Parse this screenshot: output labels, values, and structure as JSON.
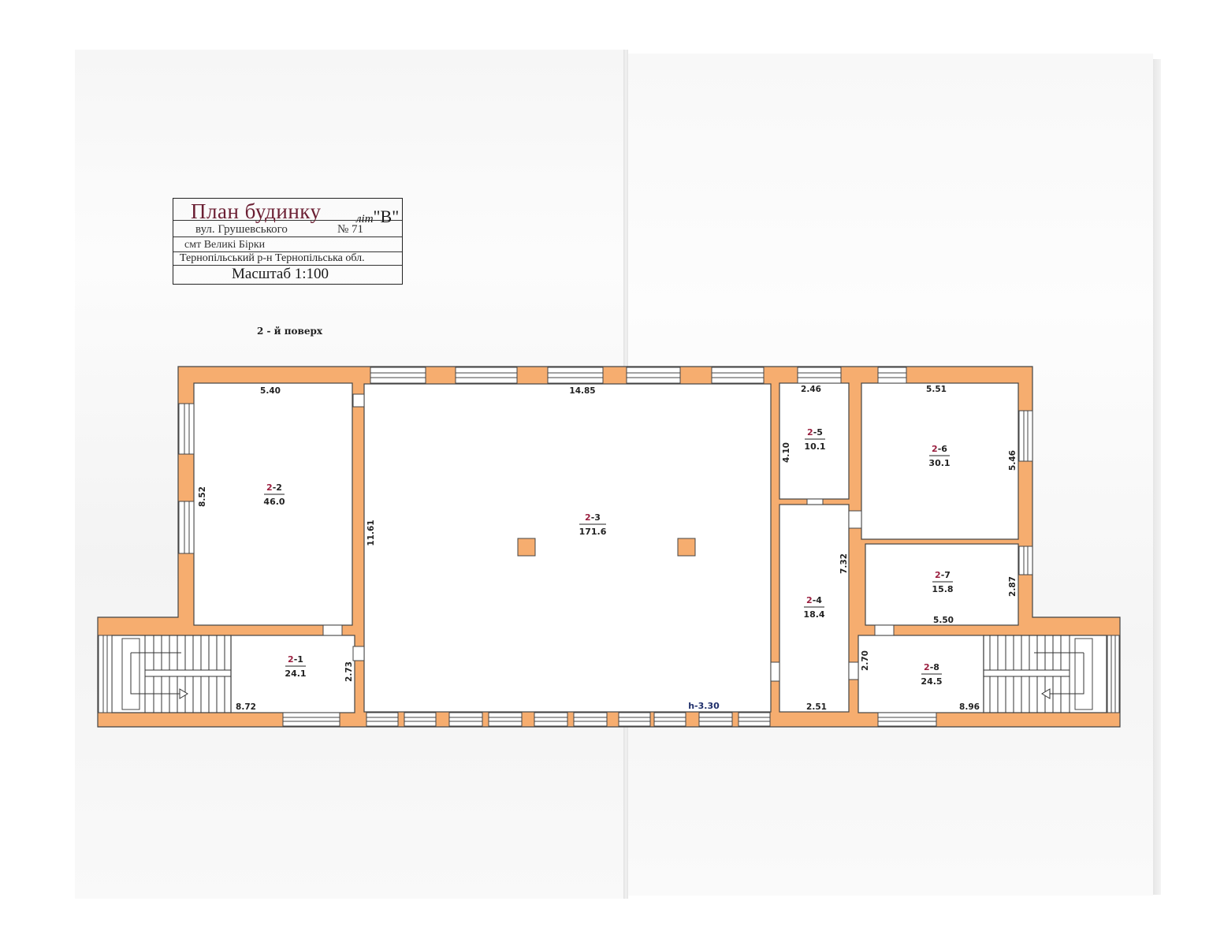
{
  "title_block": {
    "title": "План будинку",
    "lit_prefix": "літ",
    "lit_value": "\"В\"",
    "street": "вул. Грушевського",
    "number": "№ 71",
    "town": "смт   Великі  Бірки",
    "region": "Тернопільський  р-н  Тернопільська обл.",
    "scale": "Масштаб 1:100"
  },
  "floor_label": "2 - й   поверх",
  "rooms": [
    {
      "id_prefix": "2",
      "id_suffix": "-1",
      "area": "24.1"
    },
    {
      "id_prefix": "2",
      "id_suffix": "-2",
      "area": "46.0"
    },
    {
      "id_prefix": "2",
      "id_suffix": "-3",
      "area": "171.6"
    },
    {
      "id_prefix": "2",
      "id_suffix": "-4",
      "area": "18.4"
    },
    {
      "id_prefix": "2",
      "id_suffix": "-5",
      "area": "10.1"
    },
    {
      "id_prefix": "2",
      "id_suffix": "-6",
      "area": "30.1"
    },
    {
      "id_prefix": "2",
      "id_suffix": "-7",
      "area": "15.8"
    },
    {
      "id_prefix": "2",
      "id_suffix": "-8",
      "area": "24.5"
    }
  ],
  "dimensions": {
    "d_540": "5.40",
    "d_852": "8.52",
    "d_1485": "14.85",
    "d_1161": "11.61",
    "d_246": "2.46",
    "d_410": "4.10",
    "d_551": "5.51",
    "d_546": "5.46",
    "d_732": "7.32",
    "d_287": "2.87",
    "d_550": "5.50",
    "d_270": "2.70",
    "d_273": "2.73",
    "d_872": "8.72",
    "d_251": "2.51",
    "d_896": "8.96"
  },
  "height_mark": "h-3.30",
  "colors": {
    "wall": "#f6ad6f",
    "title_text": "#6b1f33",
    "room_prefix": "#9b2040",
    "height_mark": "#1f2f6b"
  }
}
